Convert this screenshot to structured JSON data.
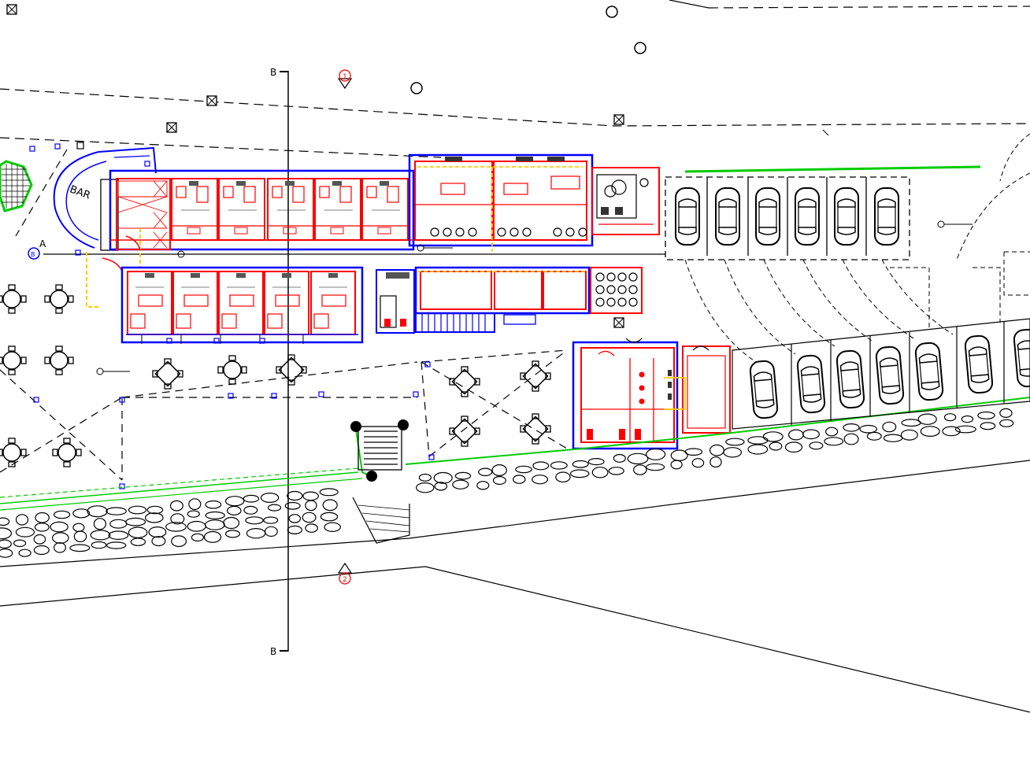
{
  "drawing": {
    "bar_label": "BAR",
    "section_marker_label": "B",
    "axis_marker_label": "A",
    "grid_marker_label": "B",
    "view_marker_1": "1",
    "view_marker_2": "2"
  },
  "colors": {
    "walls_red": "#ff0000",
    "outline_blue": "#0000ff",
    "yellow": "#ffff00",
    "green": "#00cc00",
    "line": "#000000",
    "paper": "#ffffff"
  },
  "icons": [
    "grid-marker-icon",
    "table-with-chairs-icon",
    "car-icon",
    "tree-circle-icon",
    "view-marker-icon"
  ]
}
